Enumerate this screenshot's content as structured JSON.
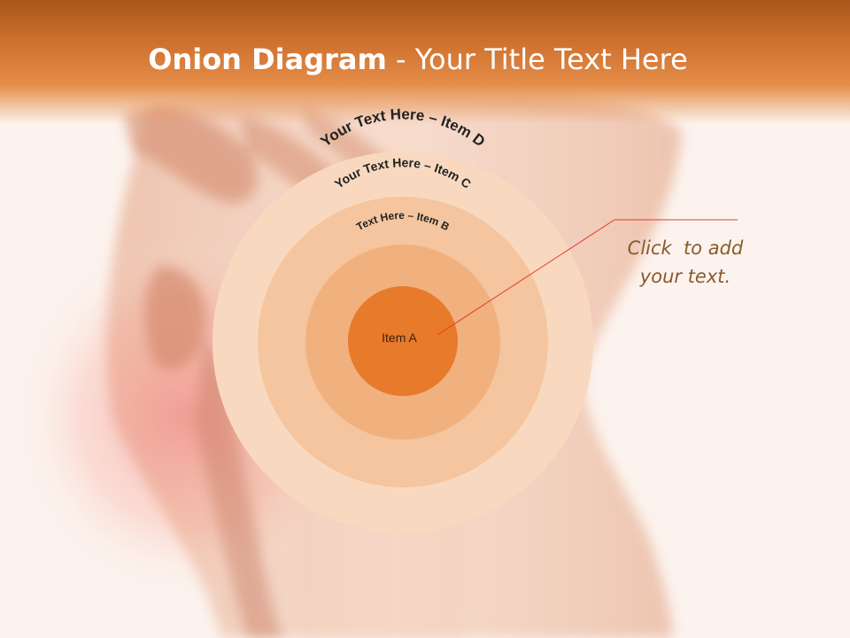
{
  "title": {
    "bold": "Onion Diagram",
    "rest": " - Your Title Text Here"
  },
  "rings": [
    {
      "label": "Item A",
      "color": "#e87a2c"
    },
    {
      "label": "Text Here – Item B",
      "color": "#f0b17e"
    },
    {
      "label": "Your Text Here – Item C",
      "color": "#f4c59e"
    },
    {
      "label": "Your Text Here – Item D",
      "color": "#f8d9bf"
    }
  ],
  "callout": {
    "line1": "Click  to add",
    "line2": "your text.",
    "line_color": "#e8392a"
  },
  "colors": {
    "header": "#cf7230",
    "background": "#fcf3ee",
    "callout_text": "#8a5a2c"
  }
}
